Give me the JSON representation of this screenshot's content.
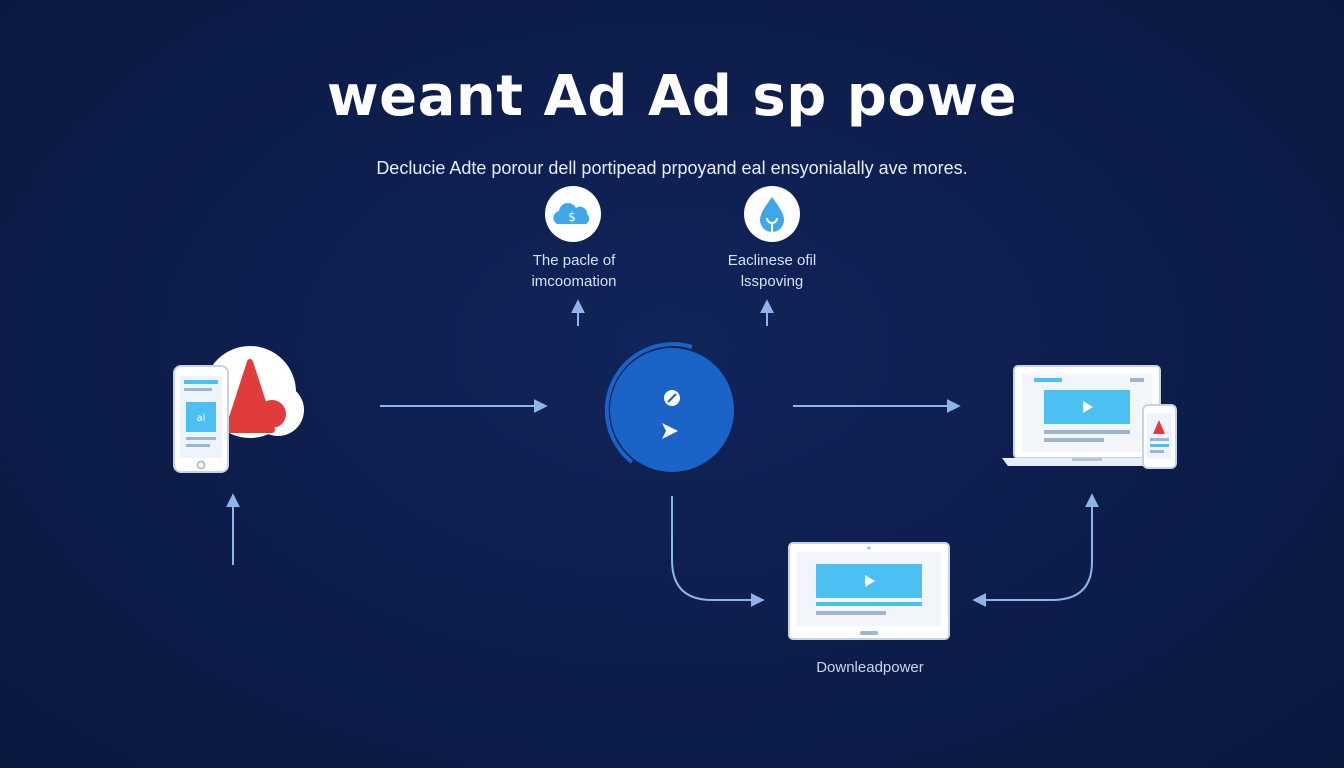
{
  "title": "weant Ad Ad sp powe",
  "subtitle": "Declucie Adte porour dell portipead prpoyand eal ensyonialally ave mores.",
  "nodes": {
    "top_left": {
      "label_line1": "The pacle of",
      "label_line2": "imcoomation",
      "icon": "cloud-dollar-icon"
    },
    "top_right": {
      "label_line1": "Eaclinese ofil",
      "label_line2": "lsspoving",
      "icon": "drop-icon"
    },
    "bottom": {
      "label": "Downleadpower",
      "icon": "monitor-icon"
    }
  },
  "phone_screen_text": "al",
  "colors": {
    "background": "#0d1d4b",
    "accent_blue": "#1a64c8",
    "arrow": "#8fb4ea",
    "brand_red": "#e23b3b",
    "screen_blue": "#4cc0f0"
  }
}
